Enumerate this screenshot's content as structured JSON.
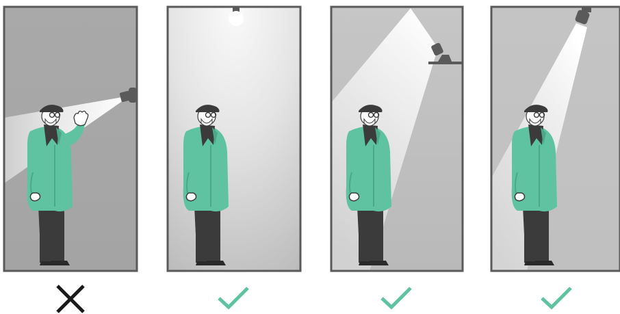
{
  "panels": [
    {
      "id": "panel-1",
      "lighting": "horizontal-spotlight-glare",
      "verdict": "incorrect",
      "verdict_icon": "cross-icon"
    },
    {
      "id": "panel-2",
      "lighting": "overhead-ceiling-light",
      "verdict": "correct",
      "verdict_icon": "checkmark-icon"
    },
    {
      "id": "panel-3",
      "lighting": "angled-spotlight-from-ceiling-bracket",
      "verdict": "correct",
      "verdict_icon": "checkmark-icon"
    },
    {
      "id": "panel-4",
      "lighting": "angled-spotlight-from-top",
      "verdict": "correct",
      "verdict_icon": "checkmark-icon"
    }
  ],
  "colors": {
    "frame": "#5a5a5a",
    "coat": "#5fc3a2",
    "hat_pants": "#3b3b3b",
    "skin": "#ffffff",
    "cross": "#1a1a1a",
    "check": "#5fc3a2",
    "lamp": "#5a5a5a"
  }
}
